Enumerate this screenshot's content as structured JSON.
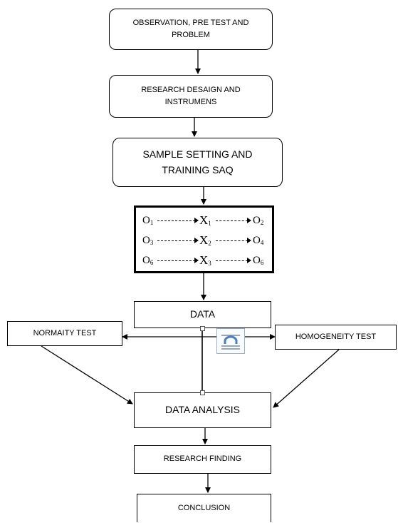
{
  "flowchart": {
    "steps": [
      {
        "label": "OBSERVATION, PRE TEST AND PROBLEM"
      },
      {
        "label": "RESEARCH DESAIGN AND INSTRUMENS"
      },
      {
        "label": "SAMPLE SETTING AND TRAINING SAQ"
      },
      {
        "label": "DATA"
      },
      {
        "label": "DATA ANALYSIS"
      },
      {
        "label": "RESEARCH FINDING"
      },
      {
        "label": "CONCLUSION"
      }
    ],
    "side_tests": {
      "left": "NORMAITY TEST",
      "right": "HOMOGENEITY TEST"
    },
    "design": {
      "rows": [
        {
          "pre": "O",
          "pre_sub": "1",
          "treat": "X",
          "treat_sub": "1",
          "post": "O",
          "post_sub": "2"
        },
        {
          "pre": "O",
          "pre_sub": "3",
          "treat": "X",
          "treat_sub": "2",
          "post": "O",
          "post_sub": "4"
        },
        {
          "pre": "O",
          "pre_sub": "6",
          "treat": "X",
          "treat_sub": "3",
          "post": "O",
          "post_sub": "6"
        }
      ]
    }
  },
  "editor_overlay": {
    "layout_options_icon": "layout-options-icon",
    "accent_color": "#4a7fc1"
  }
}
